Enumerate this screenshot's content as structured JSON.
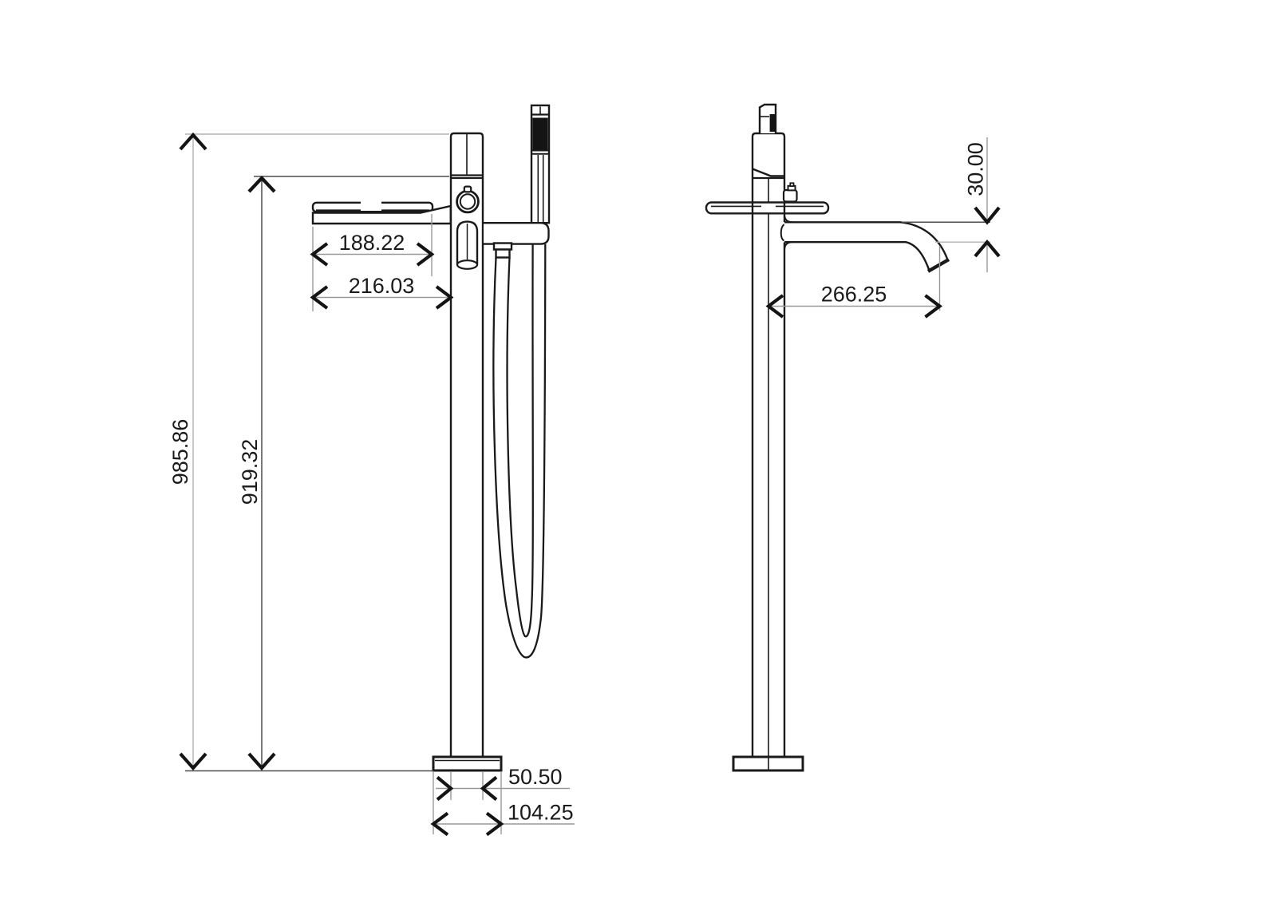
{
  "drawing": {
    "type": "technical-dimension-drawing",
    "subject": "freestanding-bath-mixer-with-hand-shower",
    "views": {
      "front": {
        "dimensions": {
          "spout_plate_width": "188.22",
          "spout_overall_width": "216.03",
          "total_height": "985.86",
          "spout_height": "919.32",
          "column_width": "50.50",
          "base_width": "104.25"
        }
      },
      "side": {
        "dimensions": {
          "spout_reach": "266.25",
          "spout_outlet_height": "30.00"
        }
      }
    },
    "colors": {
      "outline": "#1a1a1a",
      "dim_line_light": "#b3b3b3",
      "dim_line_dark": "#4d4d4d",
      "dim_line_mid": "#999999",
      "arrow": "#141414",
      "text": "#1a1a1a",
      "grip_fill": "#141414",
      "background": "#ffffff"
    }
  }
}
